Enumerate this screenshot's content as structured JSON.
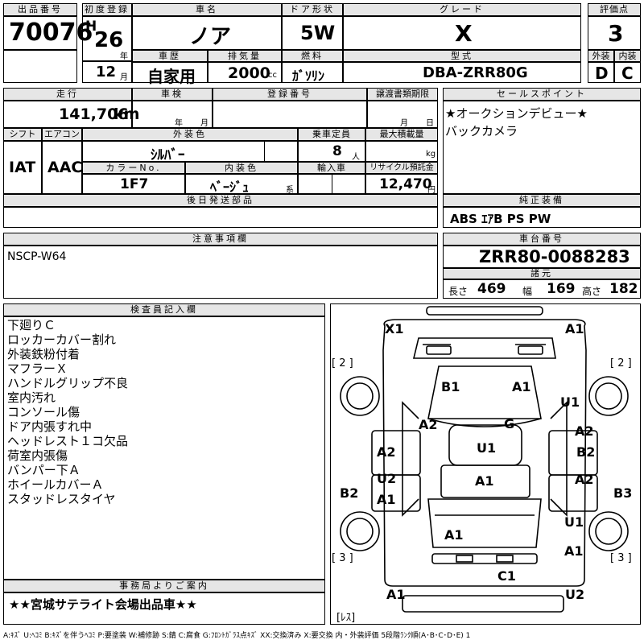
{
  "header": {
    "lot_label": "出品番号",
    "lot_value": "70076",
    "first_reg_label": "初度登録",
    "era": "H",
    "year_value": "26",
    "year_unit": "年",
    "car_name_label": "車名",
    "car_name_value": "ノア",
    "door_label": "ドア形状",
    "door_value": "5W",
    "grade_label": "グレード",
    "grade_value": "X",
    "score_label": "評価点",
    "score_value": "3",
    "month_value": "12",
    "month_unit": "月",
    "history_label": "車歴",
    "history_value": "自家用",
    "displacement_label": "排気量",
    "displacement_value": "2000",
    "displacement_unit": "cc",
    "fuel_label": "燃料",
    "fuel_value": "ｶﾞｿﾘﾝ",
    "model_label": "型式",
    "model_value": "DBA-ZRR80G",
    "ext_label": "外装",
    "int_label": "内装",
    "ext_value": "D",
    "int_value": "C"
  },
  "mid": {
    "mileage_label": "走行",
    "mileage_value": "141,706",
    "mileage_unit": "km",
    "inspection_label": "車検",
    "inspection_year_unit": "年",
    "inspection_month_unit": "月",
    "plate_label": "登録番号",
    "transfer_label": "譲渡書類期限",
    "transfer_month_unit": "月",
    "transfer_day_unit": "日",
    "shift_label": "シフト",
    "shift_value": "IAT",
    "ac_label": "エアコン",
    "ac_value": "AAC",
    "ext_color_label": "外装色",
    "ext_color_value": "ｼﾙﾊﾞｰ",
    "capacity_label": "乗車定員",
    "capacity_value": "8",
    "capacity_unit": "人",
    "max_load_label": "最大積載量",
    "max_load_unit": "kg",
    "color_no_label": "カラーNo.",
    "color_no_value": "1F7",
    "int_color_label": "内装色",
    "int_color_value": "ﾍﾞｰｼﾞｭ",
    "int_color_unit": "系",
    "import_label": "輸入車",
    "recycle_label": "リサイクル預託金",
    "recycle_value": "12,470",
    "recycle_unit": "円",
    "later_parts_label": "後日発送部品"
  },
  "sales_point": {
    "label": "セールスポイント",
    "lines": [
      "★オークションデビュー★",
      "バックカメラ"
    ]
  },
  "equipment": {
    "label": "純正装備",
    "value": "ABS ｴｱB PS PW"
  },
  "notes": {
    "label": "注意事項欄",
    "value": "NSCP-W64"
  },
  "chassis": {
    "label": "車台番号",
    "value": "ZRR80-0088283",
    "specs_label": "諸元",
    "length_label": "長さ",
    "length_value": "469",
    "width_label": "幅",
    "width_value": "169",
    "height_label": "高さ",
    "height_value": "182"
  },
  "inspector": {
    "label": "検査員記入欄",
    "lines": [
      "下廻りＣ",
      "ロッカーカバー割れ",
      "外装鉄粉付着",
      "マフラーＸ",
      "ハンドルグリップ不良",
      "室内汚れ",
      "コンソール傷",
      "ドア内張すれ中",
      "ヘッドレスト１コ欠品",
      "荷室内張傷",
      "バンパー下Ａ",
      "ホイールカバーＡ",
      "スタッドレスタイヤ"
    ]
  },
  "office": {
    "label": "事務局よりご案内",
    "value": "★★宮城サテライト会場出品車★★"
  },
  "diagram": {
    "marks": {
      "x1": "X1",
      "a1_tr": "A1",
      "b1_roof": "B1",
      "a1_roof": "A1",
      "u1_fr_right": "U1",
      "a2_center": "A2",
      "g_center": "G",
      "u1_center": "U1",
      "a2_left": "A2",
      "a2_right": "A2",
      "b2_right": "B2",
      "u2_left": "U2",
      "a1_left": "A1",
      "a1_center": "A1",
      "a2_right_lower": "A2",
      "b2_left_side": "B2",
      "b3_right_side": "B3",
      "u1_rr_right": "U1",
      "a1_rear": "A1",
      "a1_rr_right": "A1",
      "c1_rear": "C1",
      "a1_bl": "A1",
      "u2_br": "U2"
    },
    "brackets": {
      "b2l": "[ 2 ]",
      "b2r": "[ 2 ]",
      "b3l": "[ 3 ]",
      "b3r": "[ 3 ]",
      "les": "[ﾚｽ]"
    }
  },
  "legend": "A:ｷｽﾞ U:ﾍｺﾐ B:ｷｽﾞを伴うﾍｺﾐ P:要塗装 W:補修跡 S:錆 C:腐食 G:ﾌﾛﾝﾄｶﾞﾗｽ点ｷｽﾞ XX:交換済み X:要交換 内・外装評価 5段階ﾗﾝｸ順(A･B･C･D･E) 1"
}
